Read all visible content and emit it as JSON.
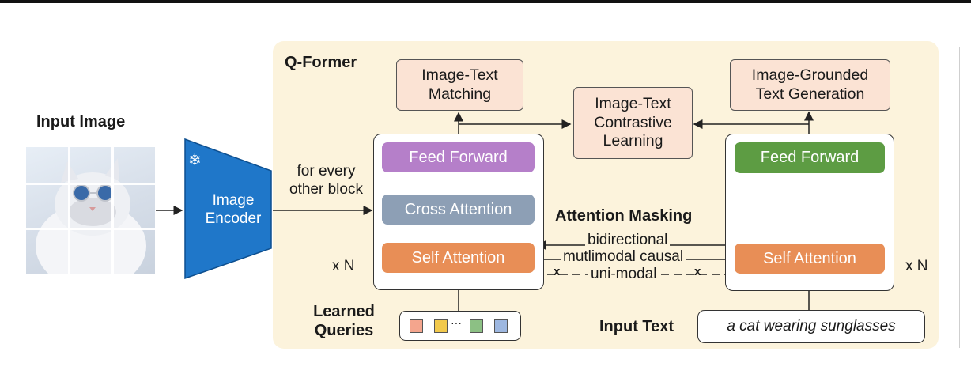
{
  "input_image": {
    "label": "Input Image"
  },
  "image_encoder": {
    "line1": "Image",
    "line2": "Encoder",
    "frozen_icon": "snowflake-icon"
  },
  "qformer": {
    "title": "Q-Former"
  },
  "connection": {
    "line1": "for every",
    "line2": "other block"
  },
  "objectives": {
    "itm": {
      "line1": "Image-Text",
      "line2": "Matching"
    },
    "itc": {
      "line1": "Image-Text",
      "line2": "Contrastive",
      "line3": "Learning"
    },
    "itg": {
      "line1": "Image-Grounded",
      "line2": "Text Generation"
    }
  },
  "left_block": {
    "feed_forward": "Feed Forward",
    "cross_attention": "Cross Attention",
    "self_attention": "Self Attention",
    "repeat": "x N"
  },
  "right_block": {
    "feed_forward": "Feed Forward",
    "self_attention": "Self Attention",
    "repeat": "x N"
  },
  "attention_masking": {
    "title": "Attention Masking",
    "bidirectional": "bidirectional",
    "multimodal_causal": "mutlimodal causal",
    "unimodal": "uni-modal",
    "blocked_mark": "x"
  },
  "learned_queries": {
    "line1": "Learned",
    "line2": "Queries",
    "ellipsis": "···"
  },
  "input_text": {
    "label": "Input Text",
    "value": "a cat wearing sunglasses"
  },
  "colors": {
    "panel": "#fcf3dc",
    "objective": "#fbe3d4",
    "feed_forward_left": "#b57fc9",
    "cross_attention": "#8d9fb5",
    "self_attention": "#e88e56",
    "feed_forward_right": "#5d9c43",
    "encoder": "#1f77c9",
    "queries": [
      "#f4a58d",
      "#f2c94c",
      "#8cc084",
      "#9db7e0"
    ]
  }
}
